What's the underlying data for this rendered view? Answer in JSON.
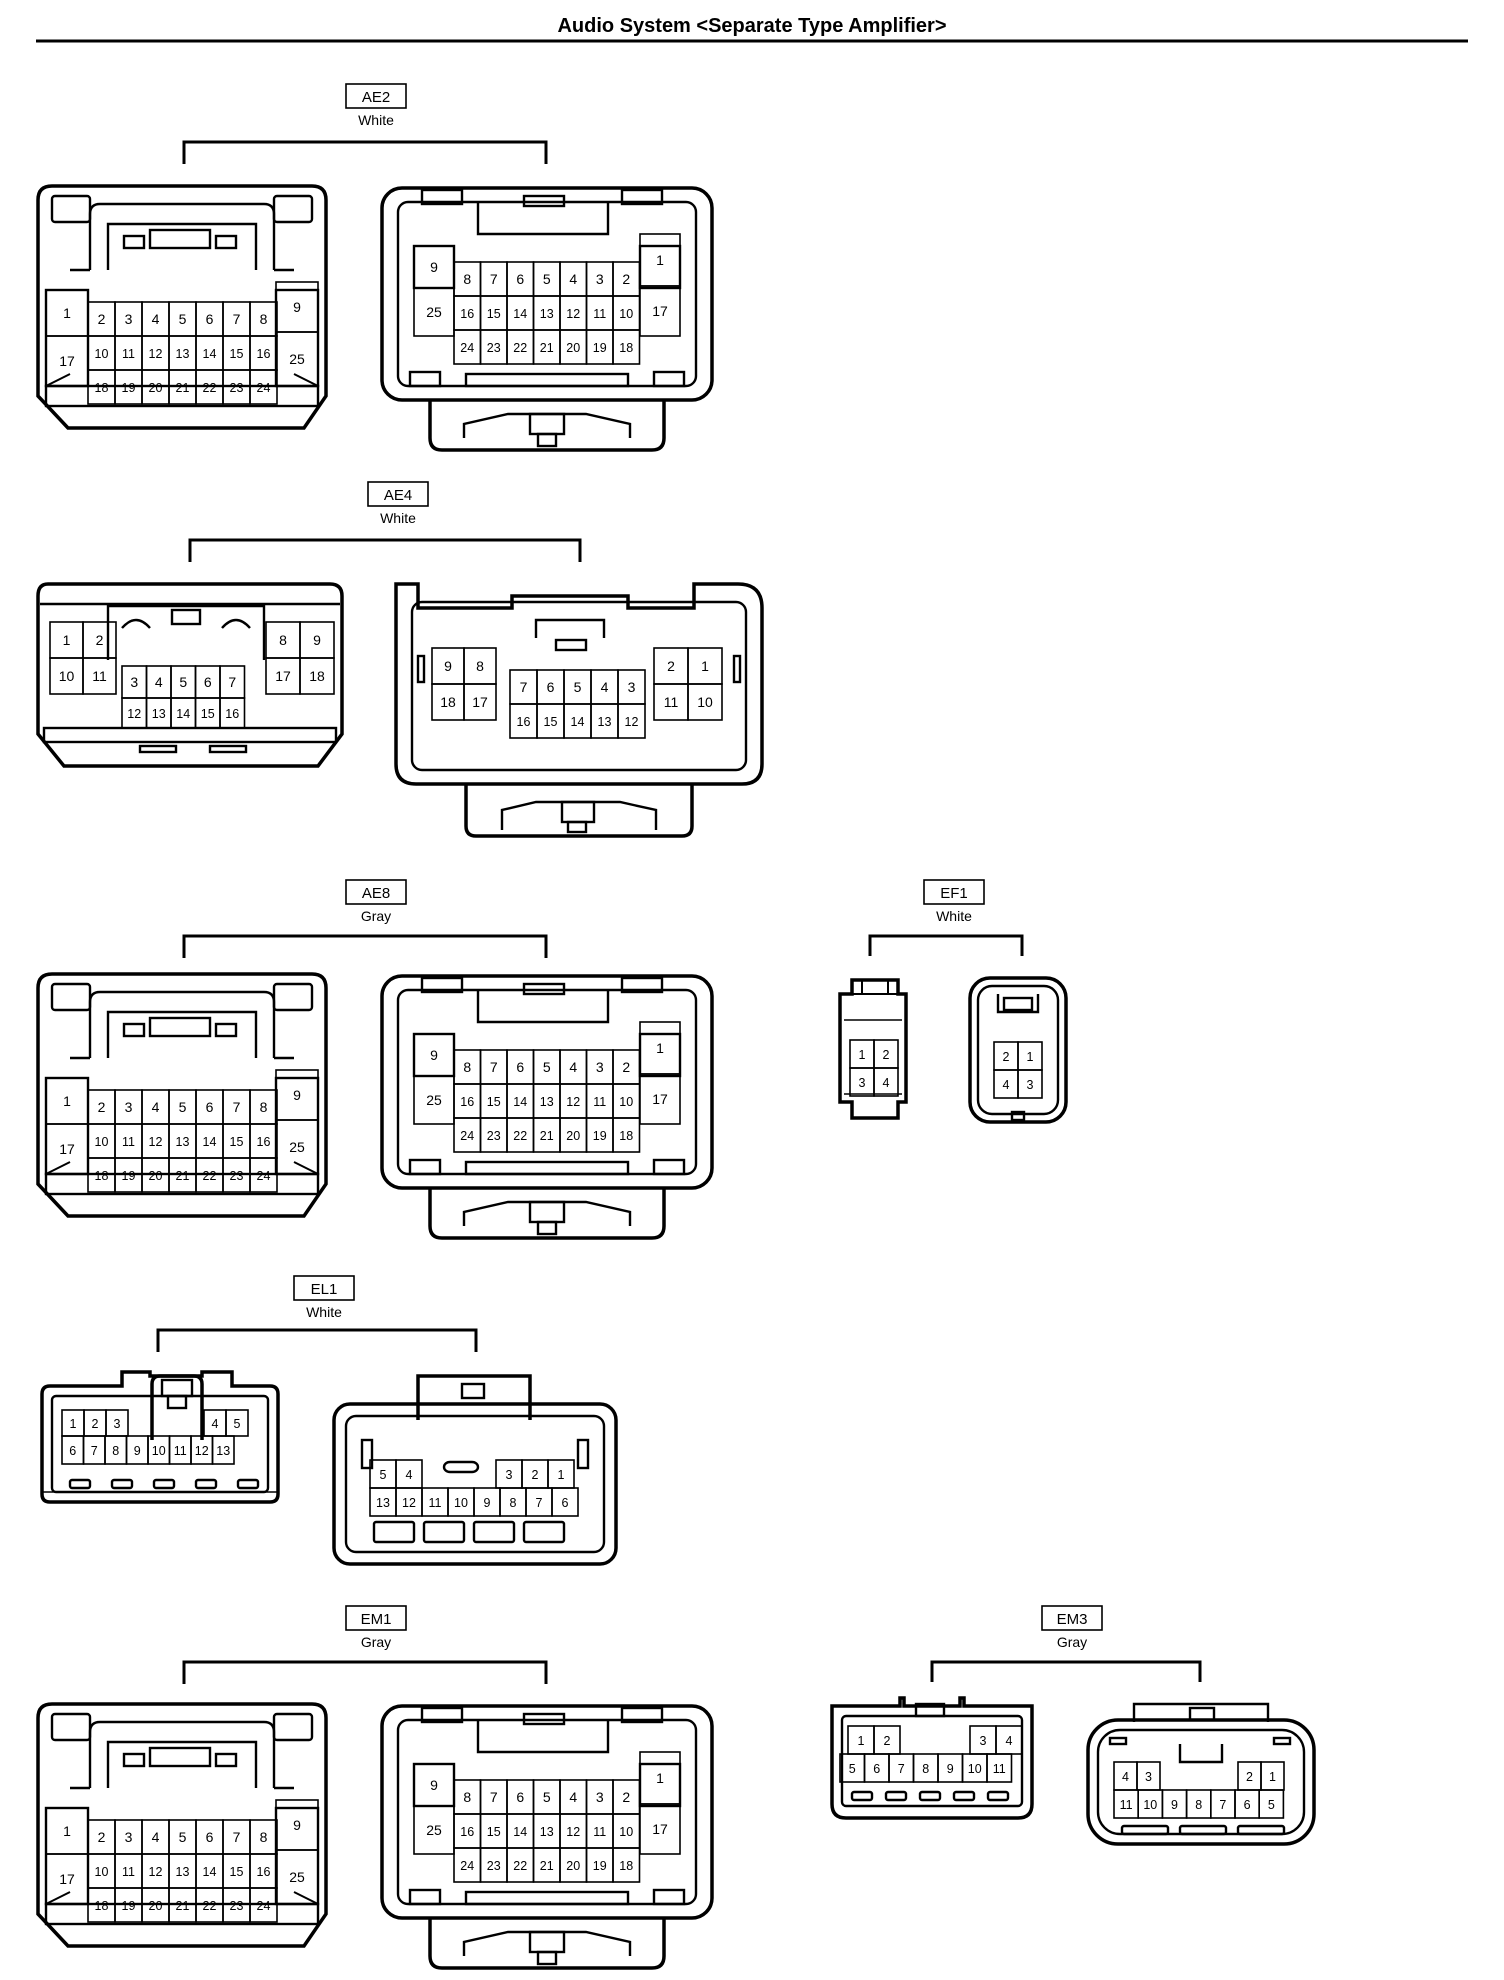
{
  "title": "Audio System <Separate Type Amplifier>",
  "connectors": [
    {
      "id": "AE2",
      "color": "White"
    },
    {
      "id": "AE4",
      "color": "White"
    },
    {
      "id": "AE8",
      "color": "Gray"
    },
    {
      "id": "EF1",
      "color": "White"
    },
    {
      "id": "EL1",
      "color": "White"
    },
    {
      "id": "EM1",
      "color": "Gray"
    },
    {
      "id": "EM3",
      "color": "Gray"
    }
  ]
}
